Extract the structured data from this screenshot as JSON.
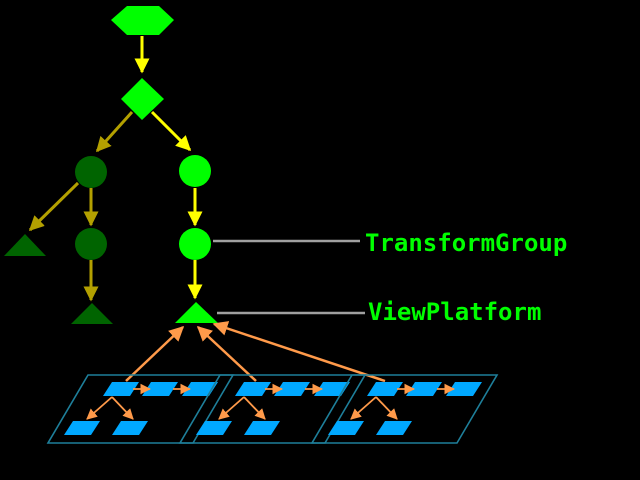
{
  "labels": {
    "transform_group": "TransformGroup",
    "view_platform": "ViewPlatform"
  },
  "colors": {
    "background": "#000000",
    "bright_node": "#00ff00",
    "dark_node": "#006400",
    "bright_arrow": "#ffff00",
    "dark_arrow": "#b3a000",
    "leader_line": "#a0a0a0",
    "label_text": "#00ff00",
    "view_arrow": "#ff9a4a",
    "panel_border": "#1e7f9a",
    "view_tile": "#00a8ff"
  },
  "scene_graph": {
    "nodes": [
      {
        "id": "virtual-universe",
        "shape": "hexagon",
        "color": "bright"
      },
      {
        "id": "locale",
        "shape": "diamond",
        "color": "bright"
      },
      {
        "id": "content-branch-group",
        "shape": "circle",
        "color": "dark"
      },
      {
        "id": "content-transform-group",
        "shape": "circle",
        "color": "dark"
      },
      {
        "id": "content-leaf-left",
        "shape": "triangle",
        "color": "dark"
      },
      {
        "id": "content-leaf-bottom",
        "shape": "triangle",
        "color": "dark"
      },
      {
        "id": "view-branch-group",
        "shape": "circle",
        "color": "bright"
      },
      {
        "id": "view-transform-group",
        "shape": "circle",
        "color": "bright"
      },
      {
        "id": "view-platform",
        "shape": "triangle",
        "color": "bright"
      }
    ],
    "view_panel_count": 3
  }
}
